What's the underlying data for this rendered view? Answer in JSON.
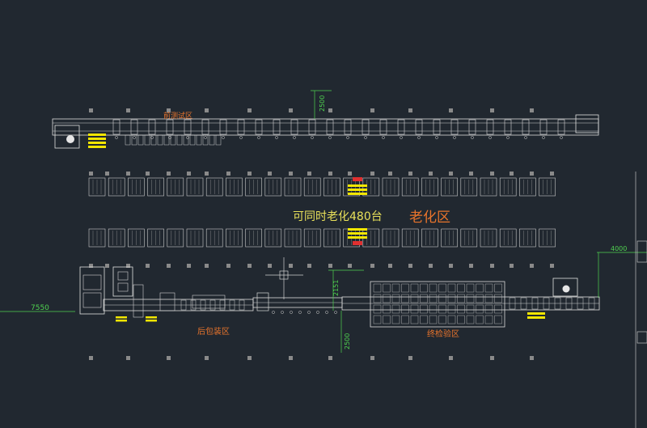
{
  "zones": {
    "pre_test": "前测试区",
    "aging": "老化区",
    "post_packing": "后包装区",
    "final_inspection": "终检验区"
  },
  "aging_capacity": "可同时老化480台",
  "dimensions": {
    "top_vertical": "2500",
    "left_horizontal": "7550",
    "right_horizontal": "4000",
    "lower_vertical_a": "2151",
    "lower_vertical_b": "2500"
  },
  "colors": {
    "background": "#212830",
    "structure": "#e6e6e6",
    "accent_yellow": "#f2e600",
    "zone_label": "#e8742c",
    "dimension": "#4fd14f",
    "aging_rack": "#c8c8c8"
  }
}
